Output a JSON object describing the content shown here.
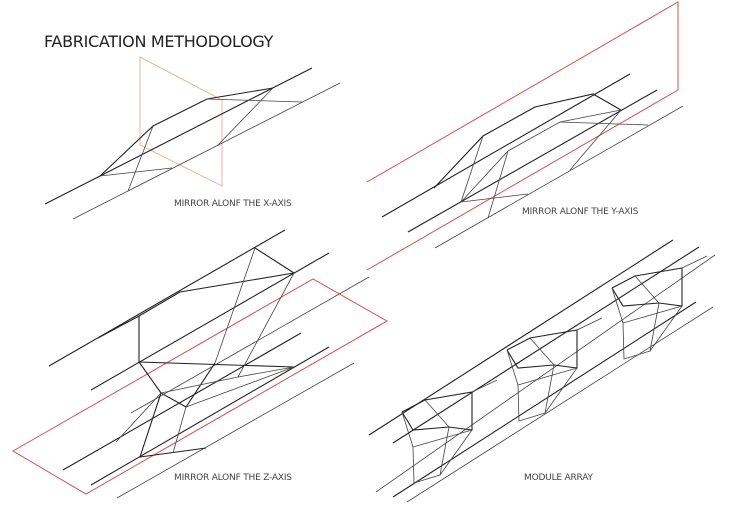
{
  "title": "FABRICATION METHODOLOGY",
  "panels": [
    {
      "label": "MIRROR ALONF THE X-AXIS"
    },
    {
      "label": "MIRROR ALONF THE Y-AXIS"
    },
    {
      "label": "MIRROR ALONF THE Z-AXIS"
    },
    {
      "label": "MODULE ARRAY"
    }
  ],
  "colors": {
    "mirror_plane": "#d9504a",
    "lines": "#222222"
  }
}
